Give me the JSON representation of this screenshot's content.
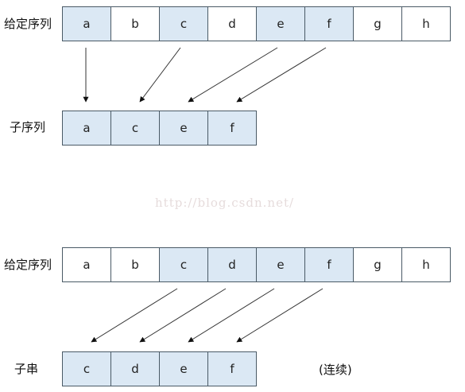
{
  "diagram1": {
    "source_label": "给定序列",
    "source": [
      {
        "text": "a",
        "highlight": true
      },
      {
        "text": "b",
        "highlight": false
      },
      {
        "text": "c",
        "highlight": true
      },
      {
        "text": "d",
        "highlight": false
      },
      {
        "text": "e",
        "highlight": true
      },
      {
        "text": "f",
        "highlight": true
      },
      {
        "text": "g",
        "highlight": false
      },
      {
        "text": "h",
        "highlight": false
      }
    ],
    "target_label": "子序列",
    "target": [
      {
        "text": "a",
        "highlight": true
      },
      {
        "text": "c",
        "highlight": true
      },
      {
        "text": "e",
        "highlight": true
      },
      {
        "text": "f",
        "highlight": true
      }
    ],
    "mapping": [
      [
        0,
        0
      ],
      [
        2,
        1
      ],
      [
        4,
        2
      ],
      [
        5,
        3
      ]
    ]
  },
  "watermark": "http://blog.csdn.net/",
  "diagram2": {
    "source_label": "给定序列",
    "source": [
      {
        "text": "a",
        "highlight": false
      },
      {
        "text": "b",
        "highlight": false
      },
      {
        "text": "c",
        "highlight": true
      },
      {
        "text": "d",
        "highlight": true
      },
      {
        "text": "e",
        "highlight": true
      },
      {
        "text": "f",
        "highlight": true
      },
      {
        "text": "g",
        "highlight": false
      },
      {
        "text": "h",
        "highlight": false
      }
    ],
    "target_label": "子串",
    "target": [
      {
        "text": "c",
        "highlight": true
      },
      {
        "text": "d",
        "highlight": true
      },
      {
        "text": "e",
        "highlight": true
      },
      {
        "text": "f",
        "highlight": true
      }
    ],
    "mapping": [
      [
        2,
        0
      ],
      [
        3,
        1
      ],
      [
        4,
        2
      ],
      [
        5,
        3
      ]
    ],
    "note": "(连续)"
  }
}
